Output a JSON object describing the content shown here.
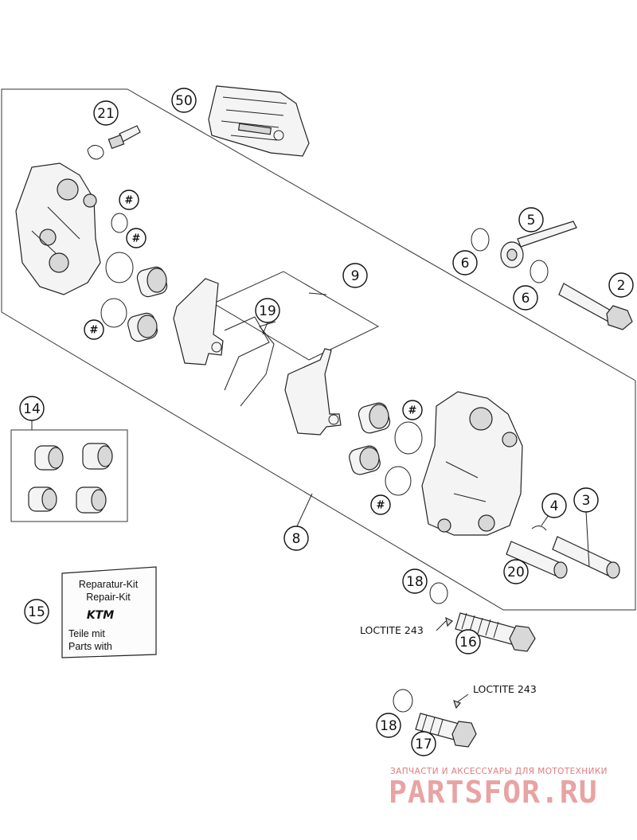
{
  "callouts": [
    {
      "id": "c50",
      "label": "50"
    },
    {
      "id": "c21",
      "label": "21"
    },
    {
      "id": "c5",
      "label": "5"
    },
    {
      "id": "c6a",
      "label": "6"
    },
    {
      "id": "c6b",
      "label": "6"
    },
    {
      "id": "c2",
      "label": "2"
    },
    {
      "id": "c9",
      "label": "9"
    },
    {
      "id": "c19",
      "label": "19"
    },
    {
      "id": "c14",
      "label": "14"
    },
    {
      "id": "c8",
      "label": "8"
    },
    {
      "id": "c4",
      "label": "4"
    },
    {
      "id": "c3",
      "label": "3"
    },
    {
      "id": "c20",
      "label": "20"
    },
    {
      "id": "c18a",
      "label": "18"
    },
    {
      "id": "c16",
      "label": "16"
    },
    {
      "id": "c15",
      "label": "15"
    },
    {
      "id": "c18b",
      "label": "18"
    },
    {
      "id": "c17",
      "label": "17"
    }
  ],
  "hash_marker": "#",
  "loctite_label": "LOCTITE 243",
  "repair_kit": {
    "line1": "Reparatur-Kit",
    "line2": "Repair-Kit",
    "brand": "KTM",
    "line3": "Teile mit",
    "line4": "Parts with"
  },
  "watermark": {
    "subtitle": "ЗАПЧАСТИ И АКСЕССУАРЫ ДЛЯ МОТОТЕХНИКИ",
    "logo": "PARTSFOR.RU"
  }
}
